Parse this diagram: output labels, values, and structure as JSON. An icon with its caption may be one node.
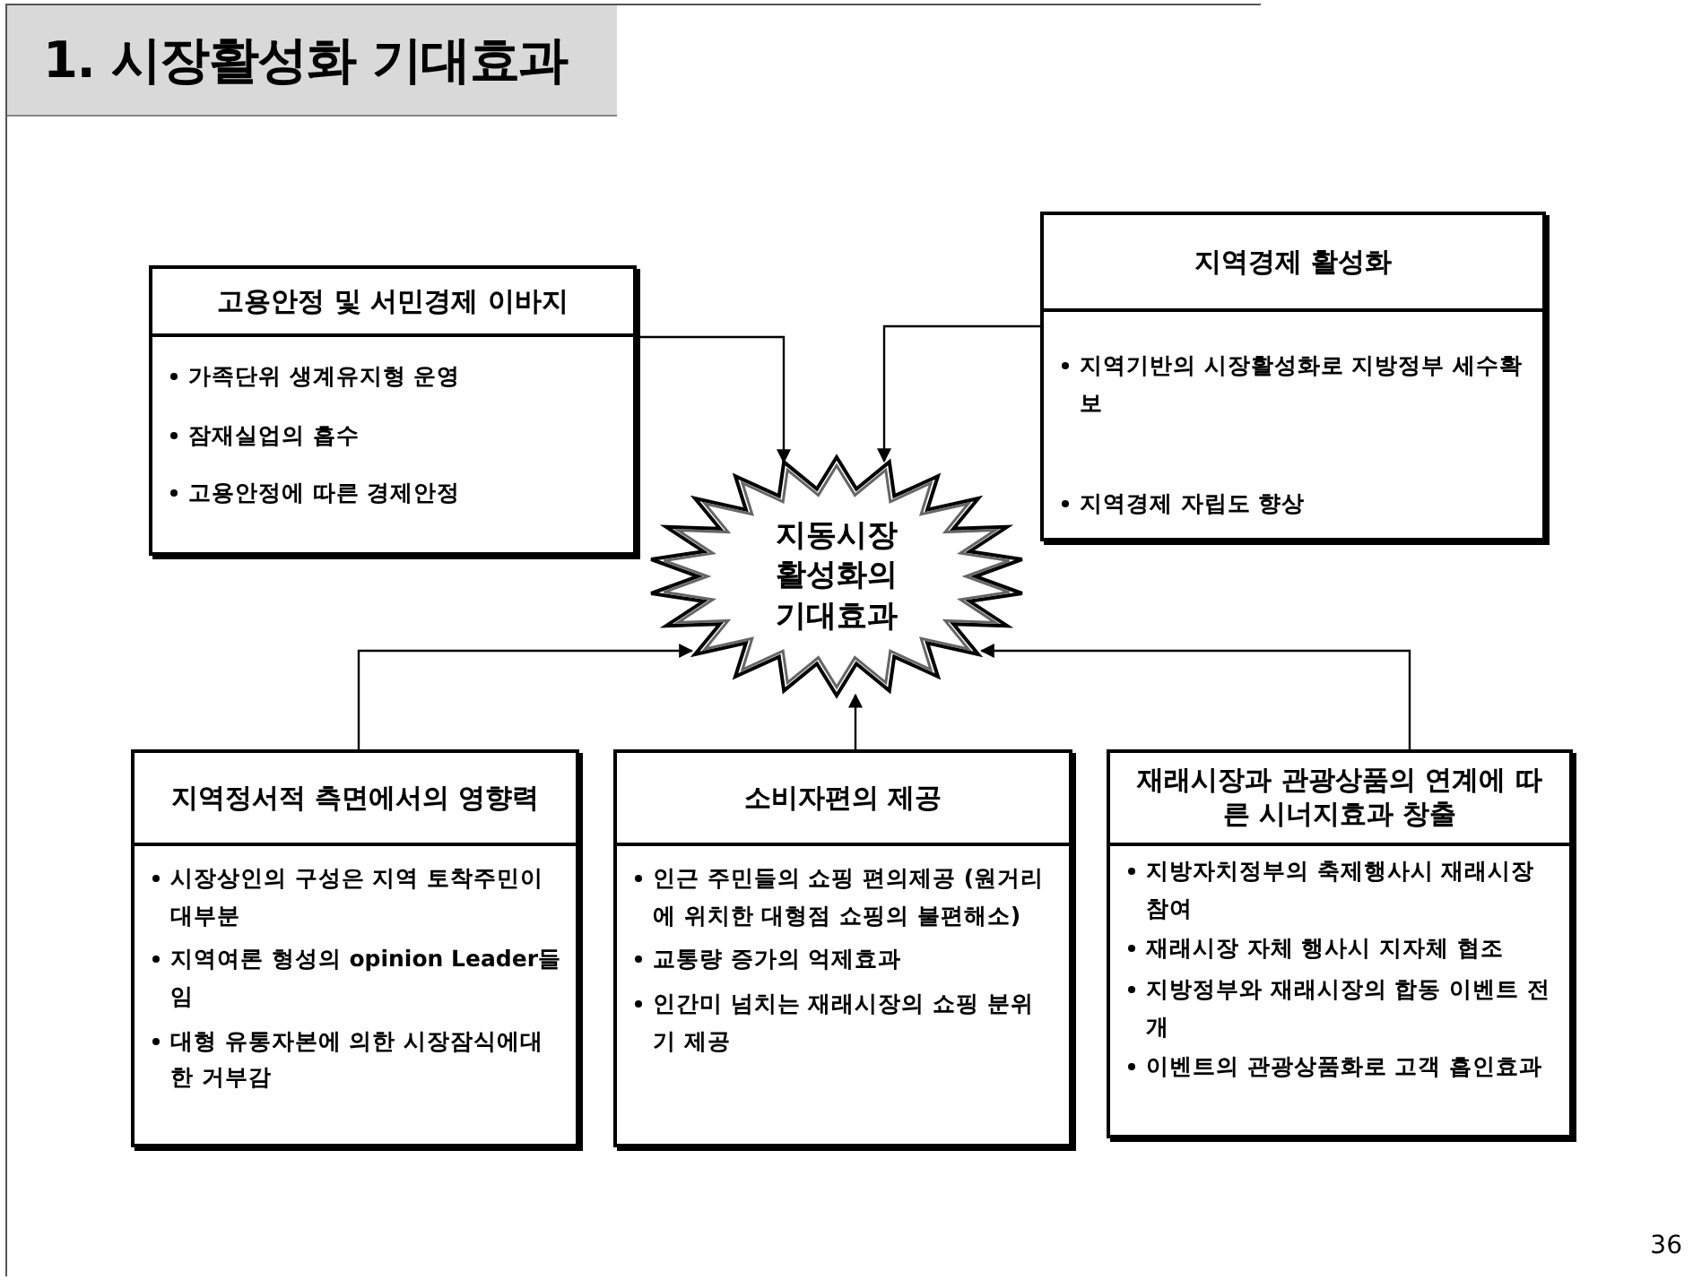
{
  "diagram": {
    "title": "1. 시장활성화 기대효과",
    "nodes": [
      {
        "text": [
          "고용안정 및 서민경제 이바지",
          "가족단위 생계유지형 운영",
          "잠재실업의 흡수",
          "고용안정에 따른 경제안정"
        ]
      },
      {
        "text": [
          "지역경제 활성화",
          "지역기반의 시장활성화로 지방정부 세수확보",
          "지역경제 자립도 향상"
        ]
      },
      {
        "text": [
          "지동시장 활성화의 기대효과"
        ]
      },
      {
        "text": [
          "지역정서적 측면에서의 영향력",
          "시장상인의 구성은 지역 토착주민이 대부분",
          "지역여론 형성의 opinion Leader들임",
          "대형 유통자본에 의한 시장잠식에대한 거부감"
        ]
      },
      {
        "text": [
          "소비자편의 제공",
          "인근 주민들의 쇼핑 편의제공 (원거리에 위치한 대형점 쇼핑의 불편해소)",
          "교통량 증가의 억제효과",
          "인간미 넘치는 재래시장의 쇼핑 분위기 제공"
        ]
      },
      {
        "text": [
          "재래시장과 관광상품의 연계에 따른 시너지효과 창출",
          "지방자치정부의 축제행사시 재래시장 참여",
          "재래시장 자체 행사시 지자체 협조",
          "지방정부와 재래시장의 합동 이벤트 전개",
          "이벤트의 관광상품화로 고객 흡인효과"
        ]
      }
    ],
    "edges": [
      {
        "from": 0,
        "to": 2,
        "arrow": "to"
      },
      {
        "from": 1,
        "to": 2,
        "arrow": "to"
      },
      {
        "from": 3,
        "to": 2,
        "arrow": "to"
      },
      {
        "from": 4,
        "to": 2,
        "arrow": "to"
      },
      {
        "from": 5,
        "to": 2,
        "arrow": "to"
      }
    ],
    "labels": [
      "36"
    ]
  }
}
